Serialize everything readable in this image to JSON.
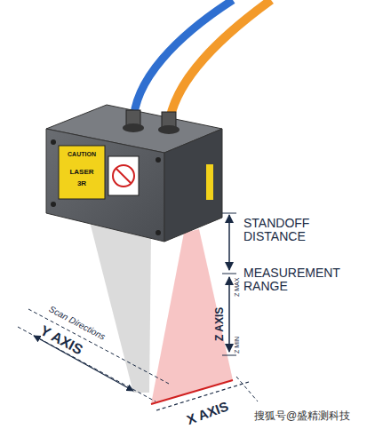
{
  "diagram": {
    "labels": [
      "CAUTION",
      "LASER",
      "3R",
      "STANDOFF DISTANCE",
      "Z MAX",
      "MEASUREMENT RANGE",
      "Z AXIS",
      "Z MIN",
      "Scan Directions",
      "Y AXIS",
      "X AXIS",
      "搜狐号@盛精测科技"
    ]
  }
}
